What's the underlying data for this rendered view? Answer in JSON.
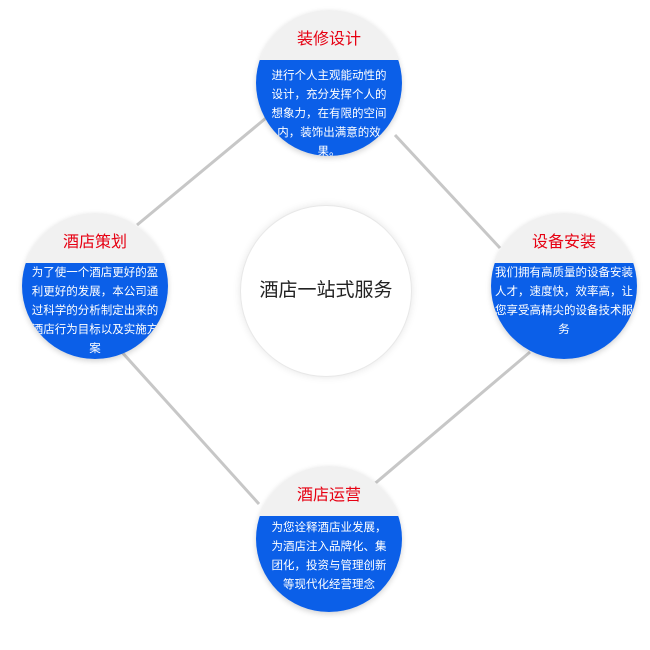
{
  "colors": {
    "title_red": "#e60012",
    "body_blue": "#0b5fe8",
    "connector_gray": "#c7c7c7"
  },
  "center": {
    "label": "酒店一站式服务"
  },
  "nodes": {
    "design": {
      "title": "装修设计",
      "description": "进行个人主观能动性的设计，充分发挥个人的想象力，在有限的空间内，装饰出满意的效果。"
    },
    "planning": {
      "title": "酒店策划",
      "description": "为了使一个酒店更好的盈利更好的发展，本公司通过科学的分析制定出来的酒店行为目标以及实施方案"
    },
    "equipment": {
      "title": "设备安装",
      "description": "我们拥有高质量的设备安装人才，速度快，效率高，让您享受高精尖的设备技术服务"
    },
    "operation": {
      "title": "酒店运营",
      "description": "为您诠释酒店业发展，为酒店注入品牌化、集团化，投资与管理创新等现代化经营理念"
    }
  }
}
